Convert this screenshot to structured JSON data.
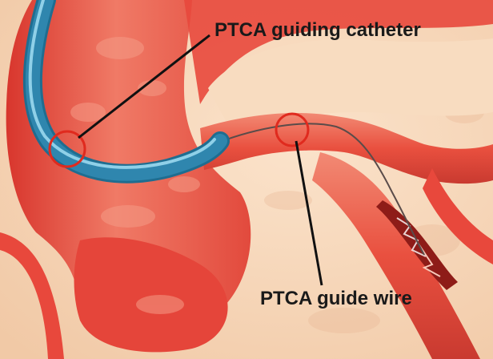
{
  "labels": {
    "guiding_catheter": "PTCA guiding catheter",
    "guide_wire": "PTCA guide wire"
  },
  "colors": {
    "background_tissue": "#f6d6b8",
    "artery_red": "#e8483c",
    "artery_highlight": "#f3826f",
    "artery_dark": "#b32a24",
    "catheter_blue": "#2f86ae",
    "catheter_highlight": "#7cc6e0",
    "callout_circle": "#e02a1e",
    "leader_line": "#111111"
  },
  "icons": {
    "catheter": "catheter-tube",
    "guide_wire": "guide-wire",
    "plaque": "arterial-plaque-lesion"
  }
}
